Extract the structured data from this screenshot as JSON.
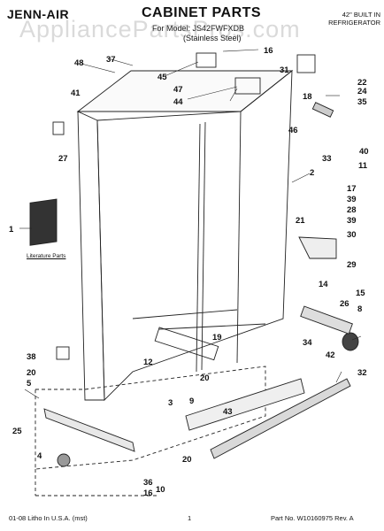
{
  "header": {
    "brand": "JENN-AIR",
    "title": "CABINET PARTS",
    "model_line": "For Model: JS42FWFXDB",
    "finish": "(Stainless Steel)",
    "spec_line1": "42\" BUILT IN",
    "spec_line2": "REFRIGERATOR"
  },
  "watermark": "AppliancePartsPros.com",
  "literature_label": "Literature Parts",
  "footer": {
    "left": "01-08 Litho In U.S.A. (mst)",
    "center": "1",
    "right": "Part No. W10160975 Rev. A"
  },
  "callouts": {
    "c1": "1",
    "c2": "2",
    "c3": "3",
    "c4": "4",
    "c5": "5",
    "c8": "8",
    "c9": "9",
    "c10": "10",
    "c11": "11",
    "c12": "12",
    "c14": "14",
    "c15": "15",
    "c16a": "16",
    "c16b": "16",
    "c17": "17",
    "c18": "18",
    "c19": "19",
    "c20a": "20",
    "c20b": "20",
    "c20c": "20",
    "c21": "21",
    "c22": "22",
    "c24": "24",
    "c25": "25",
    "c26": "26",
    "c27": "27",
    "c28": "28",
    "c29": "29",
    "c30": "30",
    "c31": "31",
    "c32": "32",
    "c33": "33",
    "c34": "34",
    "c35": "35",
    "c36": "36",
    "c37": "37",
    "c38": "38",
    "c39a": "39",
    "c39b": "39",
    "c40": "40",
    "c41": "41",
    "c42": "42",
    "c43": "43",
    "c44": "44",
    "c45": "45",
    "c46": "46",
    "c47": "47",
    "c48": "48"
  }
}
